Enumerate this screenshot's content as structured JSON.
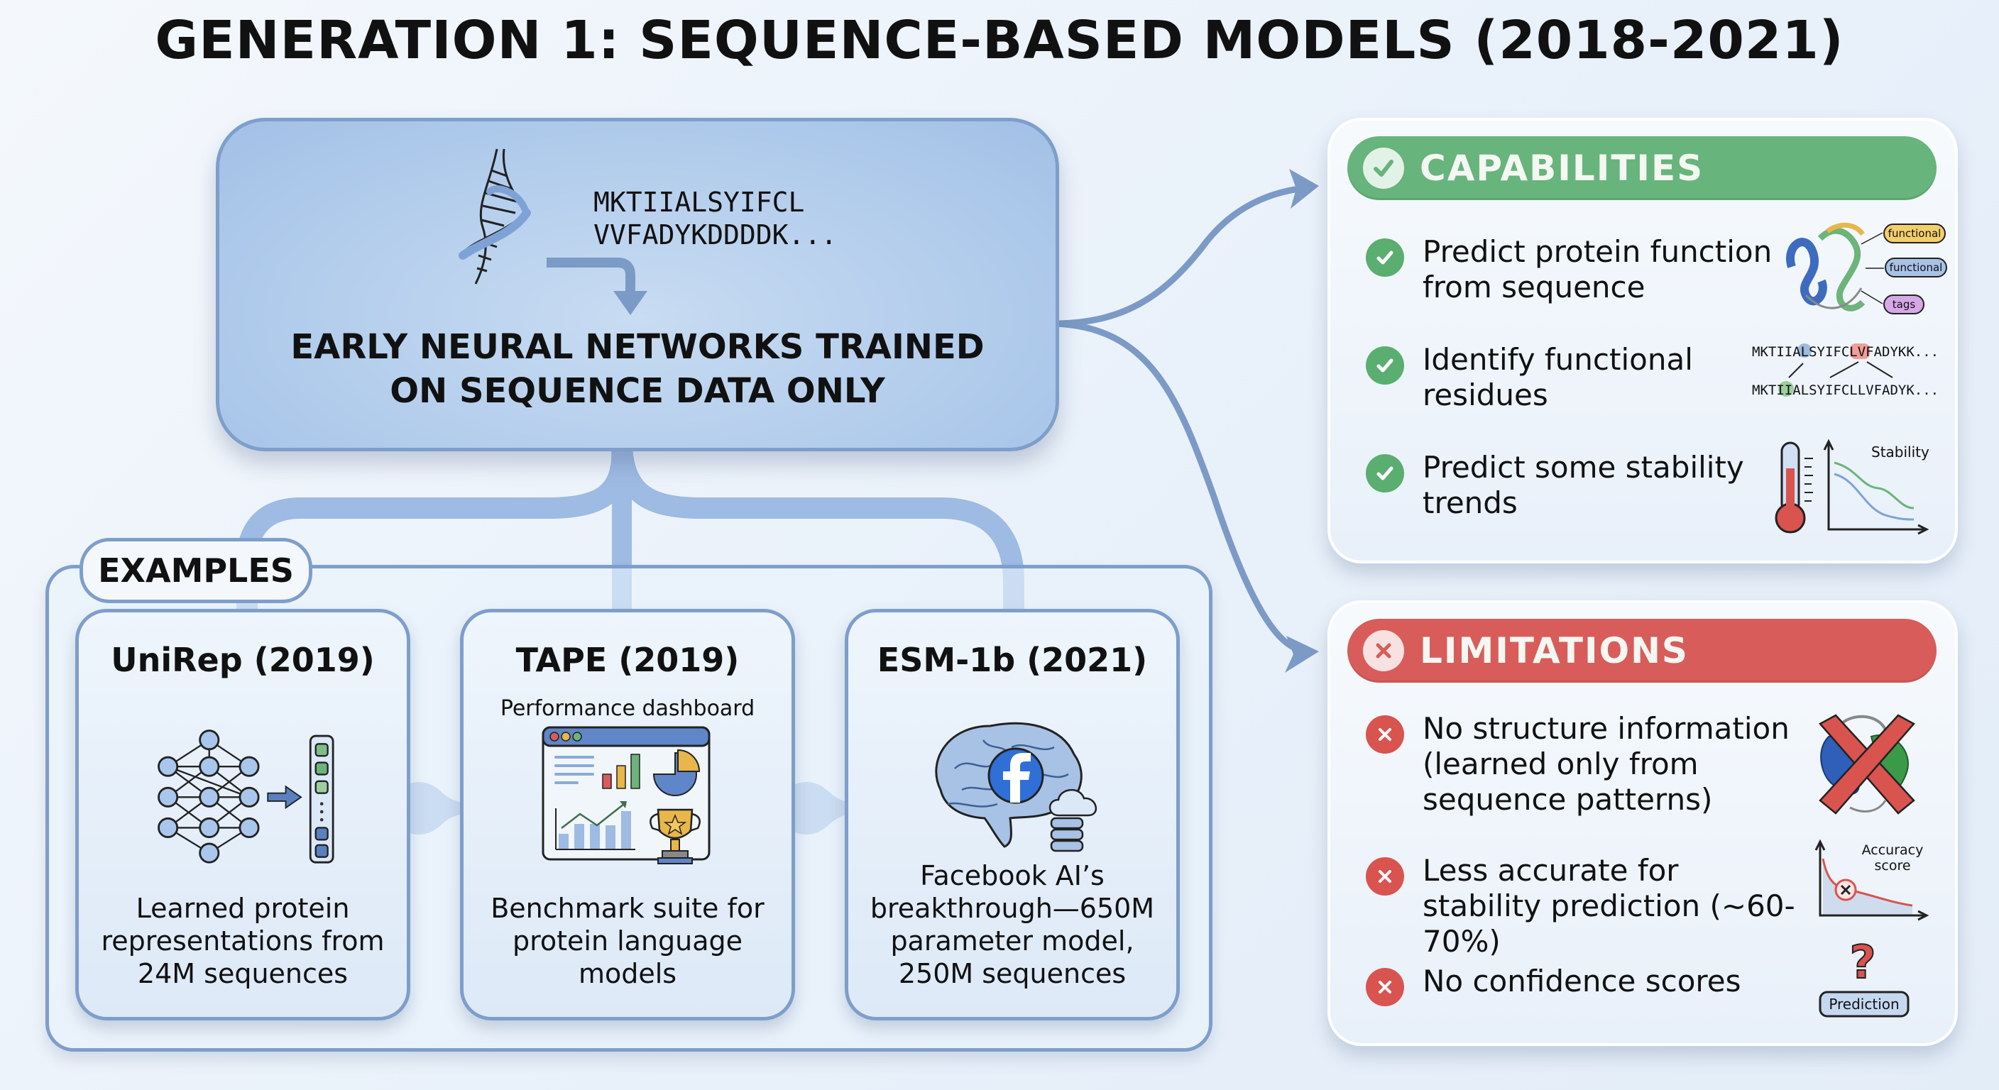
{
  "title": "GENERATION 1: SEQUENCE-BASED MODELS (2018-2021)",
  "main_box": {
    "icon": "dna-helix-icon",
    "sequence_lines": [
      "MKTIIALSYIFCL",
      "VVFADYKDDDDK..."
    ],
    "caption_lines": [
      "EARLY NEURAL NETWORKS TRAINED",
      "ON SEQUENCE DATA ONLY"
    ]
  },
  "examples": {
    "label": "EXAMPLES",
    "cards": [
      {
        "title": "UniRep (2019)",
        "subtitle": "",
        "icon": "neural-network-icon",
        "description": "Learned protein representations from 24M sequences"
      },
      {
        "title": "TAPE (2019)",
        "subtitle": "Performance dashboard",
        "icon": "dashboard-trophy-icon",
        "description": "Benchmark suite for protein language models"
      },
      {
        "title": "ESM-1b (2021)",
        "subtitle": "",
        "icon": "brain-facebook-icon",
        "description": "Facebook AI’s breakthrough—650M parameter model, 250M sequences"
      }
    ]
  },
  "capabilities": {
    "header": "CAPABILITIES",
    "accent": "#67b47c",
    "items": [
      {
        "text": "Predict protein function from sequence",
        "icon": "protein-structure-icon",
        "labels": [
          "functional",
          "functional",
          "tags"
        ]
      },
      {
        "text": "Identify functional residues",
        "icon": "sequence-alignment-icon",
        "sequences": [
          "MKTIIALSYIFCLVFADYKK...",
          "MKTIIALSYIFCLLVFADYK..."
        ]
      },
      {
        "text": "Predict some stability trends",
        "icon": "thermometer-chart-icon",
        "chart_label": "Stability"
      }
    ]
  },
  "limitations": {
    "header": "LIMITATIONS",
    "accent": "#d85d5a",
    "items": [
      {
        "text": "No structure information (learned only from sequence patterns)",
        "icon": "crossed-protein-icon"
      },
      {
        "text": "Less accurate for stability prediction (~60-70%)",
        "icon": "accuracy-chart-icon",
        "chart_label_lines": [
          "Accuracy",
          "score"
        ]
      },
      {
        "text": "No confidence scores",
        "icon": "question-prediction-icon",
        "badge_label": "Prediction"
      }
    ]
  }
}
